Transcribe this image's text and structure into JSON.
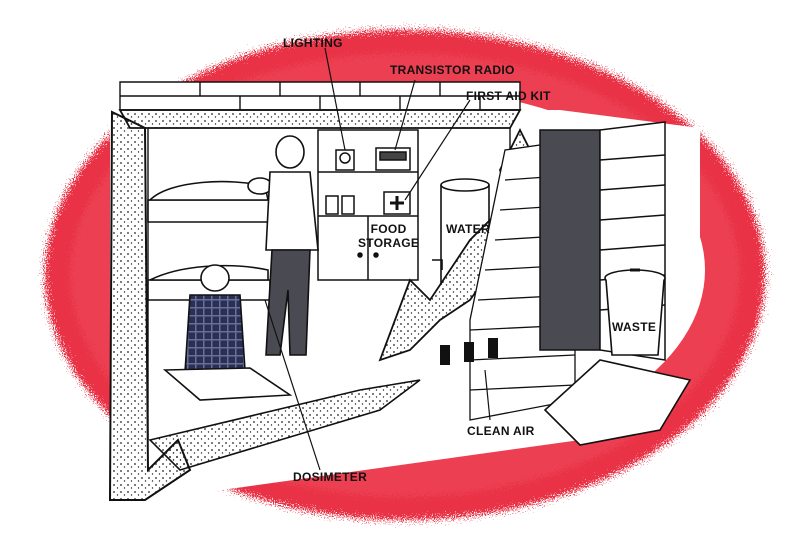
{
  "labels": {
    "lighting": "LIGHTING",
    "transistor_radio": "TRANSISTOR RADIO",
    "first_aid_kit": "FIRST AID KIT",
    "food_storage_line1": "FOOD",
    "food_storage_line2": "STORAGE",
    "water": "WATER",
    "waste": "WASTE",
    "clean_air": "CLEAN AIR",
    "dosimeter": "DOSIMETER"
  },
  "colors": {
    "halo": "#e8283c",
    "ink": "#111111",
    "wall_shadow": "#4a4a52"
  }
}
